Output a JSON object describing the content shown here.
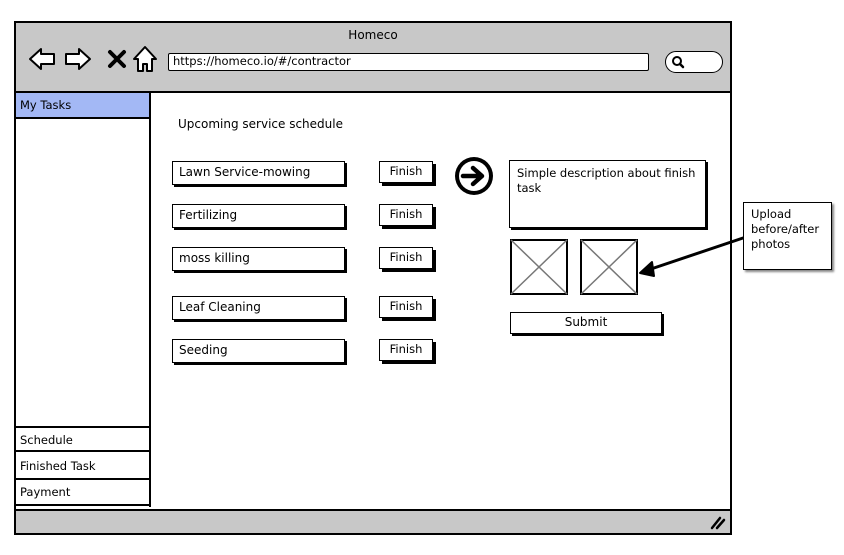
{
  "window": {
    "title": "Homeco"
  },
  "toolbar": {
    "url": "https://homeco.io/#/contractor",
    "icons": [
      "back-arrow-icon",
      "forward-arrow-icon",
      "close-icon",
      "home-icon",
      "search-icon"
    ]
  },
  "sidebar": {
    "top_item": "My Tasks",
    "bottom_items": [
      "Schedule",
      "Finished Task",
      "Payment"
    ],
    "active_color": "#a3b8f5"
  },
  "main": {
    "heading": "Upcoming service schedule",
    "tasks": [
      {
        "label": "Lawn Service-mowing",
        "button": "Finish"
      },
      {
        "label": "Fertilizing",
        "button": "Finish"
      },
      {
        "label": "moss killing",
        "button": "Finish"
      },
      {
        "label": "Leaf Cleaning",
        "button": "Finish"
      },
      {
        "label": "Seeding",
        "button": "Finish"
      }
    ],
    "description": "Simple description about finish task",
    "submit_label": "Submit"
  },
  "annotation": {
    "text": "Upload before/after photos"
  },
  "colors": {
    "chrome": "#c8c8c8"
  }
}
